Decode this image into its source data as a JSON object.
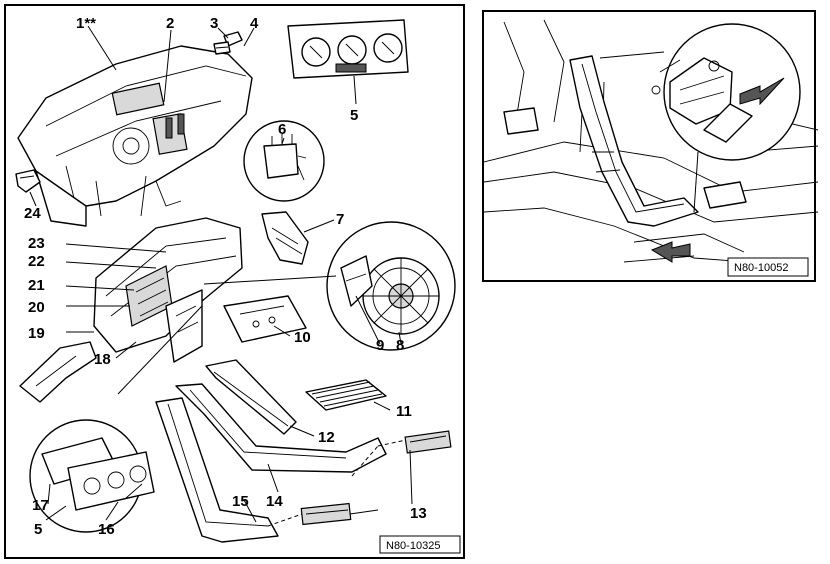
{
  "left_diagram": {
    "reference_code": "N80-10325",
    "callouts": {
      "c1": "1**",
      "c2": "2",
      "c3": "3",
      "c4": "4",
      "c5_top": "5",
      "c6": "6",
      "c7": "7",
      "c8": "8",
      "c9": "9",
      "c10": "10",
      "c11": "11",
      "c12": "12",
      "c13": "13",
      "c14": "14",
      "c15": "15",
      "c16": "16",
      "c17": "17",
      "c5_bottom": "5",
      "c18": "18",
      "c19": "19",
      "c20": "20",
      "c21": "21",
      "c22": "22",
      "c23": "23",
      "c24": "24"
    }
  },
  "right_diagram": {
    "reference_code": "N80-10052"
  }
}
